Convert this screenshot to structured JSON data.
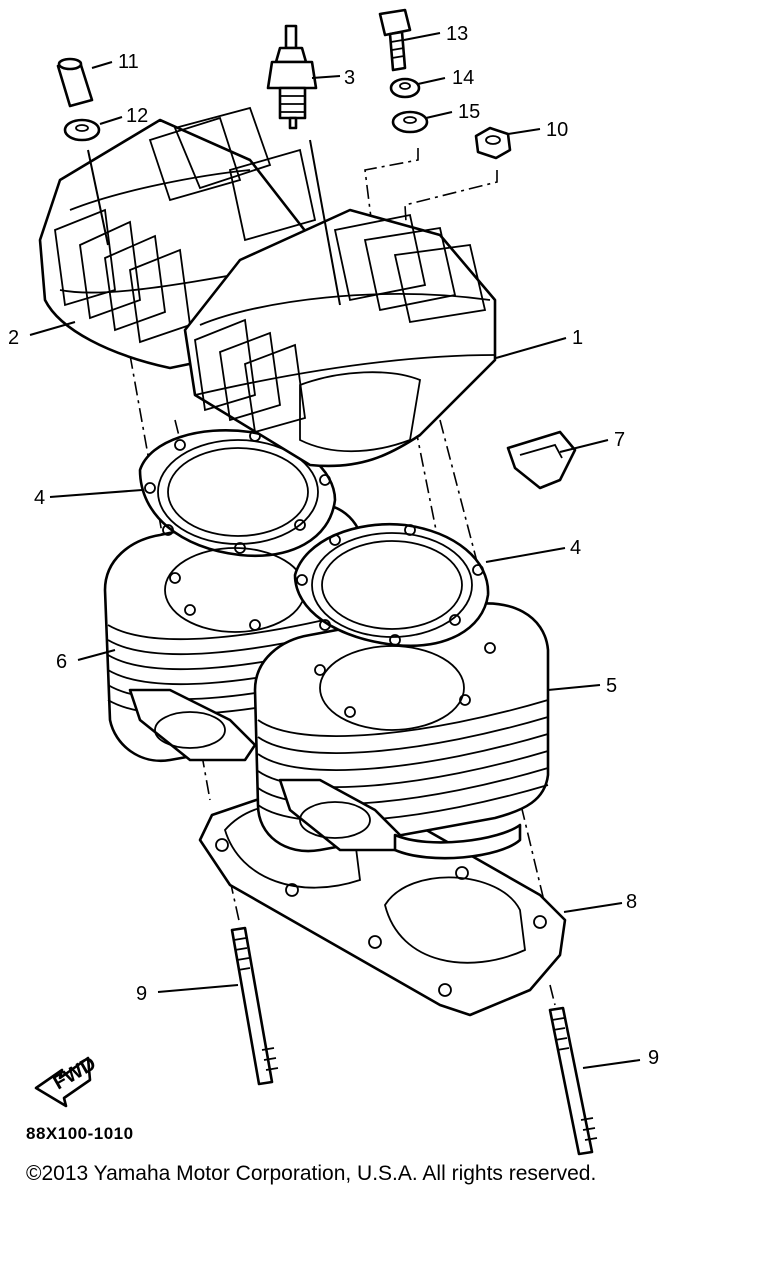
{
  "diagram": {
    "callouts": {
      "c1": "1",
      "c2": "2",
      "c3": "3",
      "c4a": "4",
      "c4b": "4",
      "c5": "5",
      "c6": "6",
      "c7": "7",
      "c8": "8",
      "c9a": "9",
      "c9b": "9",
      "c10": "10",
      "c11": "11",
      "c12": "12",
      "c13": "13",
      "c14": "14",
      "c15": "15"
    },
    "fwd_label": "FWD",
    "code": "88X100-1010"
  },
  "footer": {
    "copyright": "©2013 Yamaha Motor Corporation, U.S.A. All rights reserved."
  }
}
